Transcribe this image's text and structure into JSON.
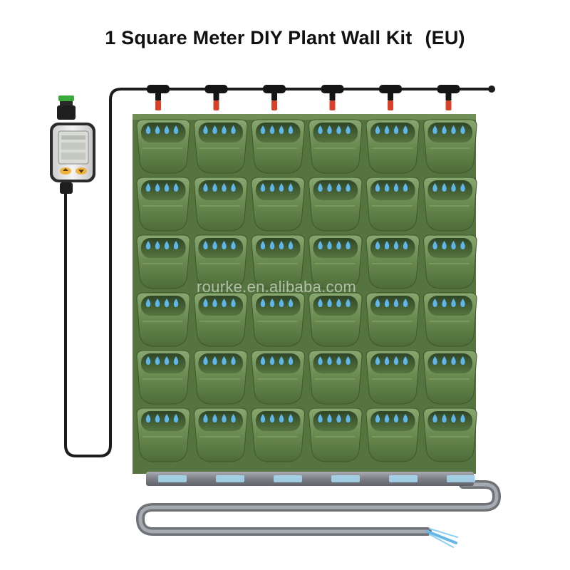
{
  "title": {
    "main": "1 Square Meter DIY Plant Wall Kit",
    "suffix": "(EU)"
  },
  "watermark": "rourke.en.alibaba.com",
  "planter_grid": {
    "rows": 6,
    "columns": 6,
    "drips_per_pocket": 4
  },
  "drippers_on_top_line": 6,
  "colors": {
    "panel_green": "#5f7e48",
    "panel_dark": "#3f5a30",
    "pocket_light": "#7f9f66",
    "tube": "#1c1c1c",
    "drip_cap": "#d8402a",
    "drain_pipe": "#8c9096",
    "water": "#64b7e8",
    "timer_body": "#e8e8e8",
    "timer_button": "#f0b43c"
  }
}
